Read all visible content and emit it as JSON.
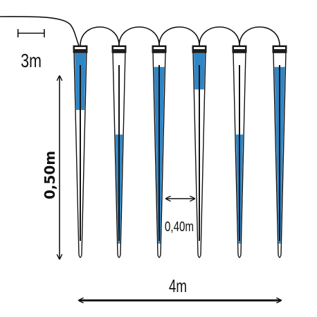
{
  "labels": {
    "lead_length": "3m",
    "drop_height": "0,50m",
    "drop_spacing": "0,40m",
    "total_length": "4m"
  },
  "colors": {
    "line": "#111111",
    "tube_fill": "#ffffff",
    "liquid": "#2f86c6",
    "cap": "#1e1e1e"
  },
  "tubes": [
    {
      "name": "tube-1",
      "fill_level": 0.28
    },
    {
      "name": "tube-2",
      "fill_level": 0.6
    },
    {
      "name": "tube-3",
      "fill_level": 0.93
    },
    {
      "name": "tube-4",
      "fill_level": 0.18
    },
    {
      "name": "tube-5",
      "fill_level": 0.6
    },
    {
      "name": "tube-6",
      "fill_level": 0.93
    }
  ]
}
